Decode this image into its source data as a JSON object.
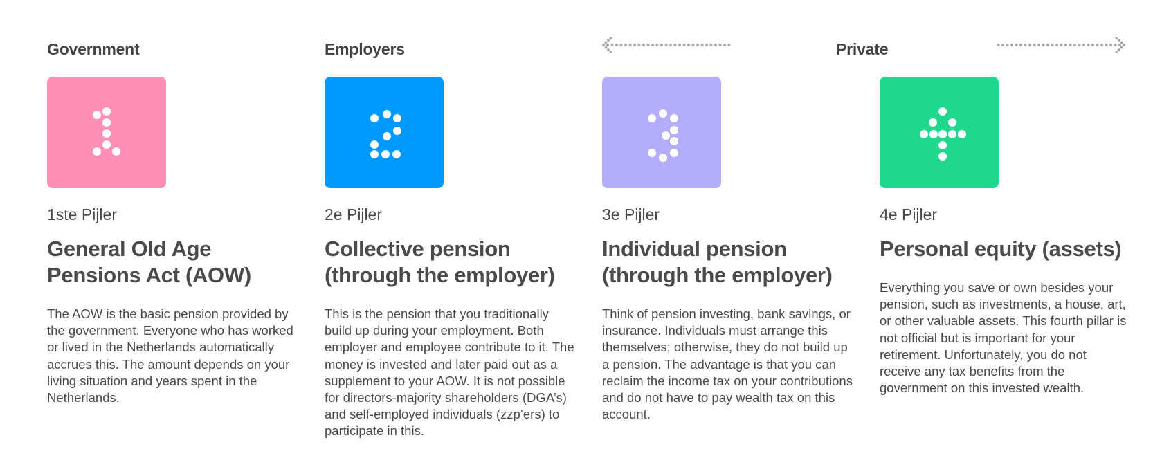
{
  "categories": {
    "government": "Government",
    "employers": "Employers",
    "private": "Private"
  },
  "pillars": [
    {
      "number": 1,
      "color": "#ff8fb4",
      "label": "1ste Pijler",
      "title": "General Old Age Pensions Act (AOW)",
      "text": "The AOW is the basic pension provided by the government. Everyone who has worked or lived in the Netherlands automatically accrues this. The amount depends on your living situation and years spent in the Netherlands."
    },
    {
      "number": 2,
      "color": "#0099ff",
      "label": "2e Pijler",
      "title": "Collective pension (through the employer)",
      "text": "This is the pension that you traditionally build up during your employment. Both employer and employee contribute to it. The money is invested and later paid out as a supplement to your AOW. It is not possible for directors-majority shareholders (DGA’s) and self-employed individuals (zzp’ers) to participate in this."
    },
    {
      "number": 3,
      "color": "#b3adfc",
      "label": "3e Pijler",
      "title": "Individual pension (through the employer)",
      "text": "Think of pension investing, bank savings, or insurance. Individuals must arrange this themselves; otherwise, they do not build up a pension. The advantage is that you can reclaim the income tax on your contributions and do not have to pay wealth tax on this account."
    },
    {
      "number": 4,
      "color": "#1fd88d",
      "label": "4e Pijler",
      "title": "Personal equity (assets)",
      "text": "Everything you save or own besides your pension, such as investments, a house, art, or other valuable assets. This fourth pillar is not official but is important for your retirement. Unfortunately, you do not receive any tax benefits from the government on this invested wealth."
    }
  ],
  "icons": {
    "left_arrow": "dotted-left-arrow-icon",
    "right_arrow": "dotted-right-arrow-icon",
    "digits": [
      "dotted-digit-1-icon",
      "dotted-digit-2-icon",
      "dotted-digit-3-icon",
      "dotted-digit-4-icon"
    ]
  }
}
